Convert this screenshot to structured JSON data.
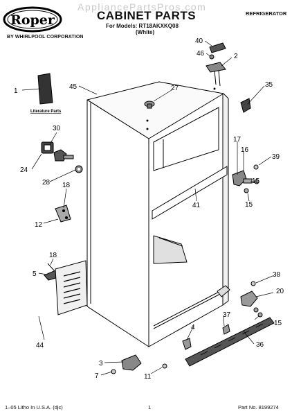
{
  "header": {
    "brand_logo": "Roper",
    "brand_subtitle": "BY WHIRLPOOL CORPORATION",
    "watermark": "AppliancePartsPros.com",
    "title": "CABINET PARTS",
    "models_line": "For Models: RT18AKXKQ08",
    "color_line": "(White)",
    "category": "REFRIGERATOR"
  },
  "diagram": {
    "literature_caption": "Literature Parts",
    "callouts": [
      "1",
      "2",
      "3",
      "4",
      "5",
      "7",
      "11",
      "12",
      "15",
      "15",
      "15",
      "16",
      "17",
      "18",
      "18",
      "20",
      "24",
      "27",
      "28",
      "30",
      "35",
      "36",
      "37",
      "38",
      "39",
      "40",
      "41",
      "44",
      "45",
      "46"
    ]
  },
  "footer": {
    "left": "1–05 Litho In U.S.A. (djc)",
    "page": "1",
    "part_no": "Part No. 8199274"
  }
}
